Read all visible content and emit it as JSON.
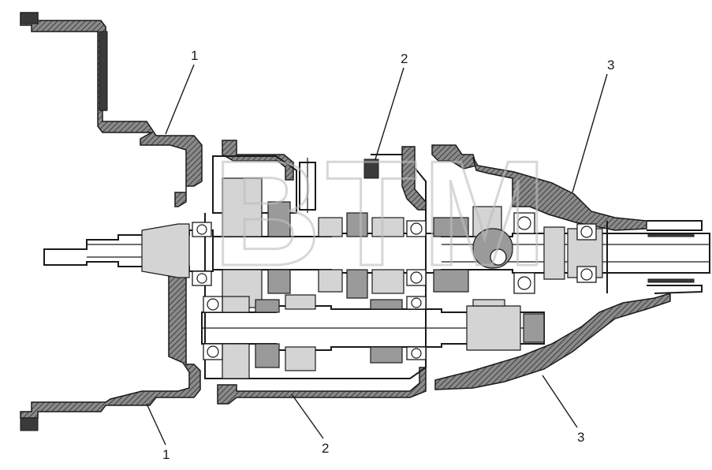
{
  "diagram": {
    "callouts": [
      {
        "id": "1-top",
        "label": "1"
      },
      {
        "id": "2-top",
        "label": "2"
      },
      {
        "id": "3-top",
        "label": "3"
      },
      {
        "id": "1-bottom",
        "label": "1"
      },
      {
        "id": "2-bottom",
        "label": "2"
      },
      {
        "id": "3-bottom",
        "label": "3"
      }
    ],
    "watermark": "BTM",
    "colors": {
      "line": "#1a1a1a",
      "hatch": "#6b6b6b",
      "watermark": "#bdbdbd"
    }
  }
}
